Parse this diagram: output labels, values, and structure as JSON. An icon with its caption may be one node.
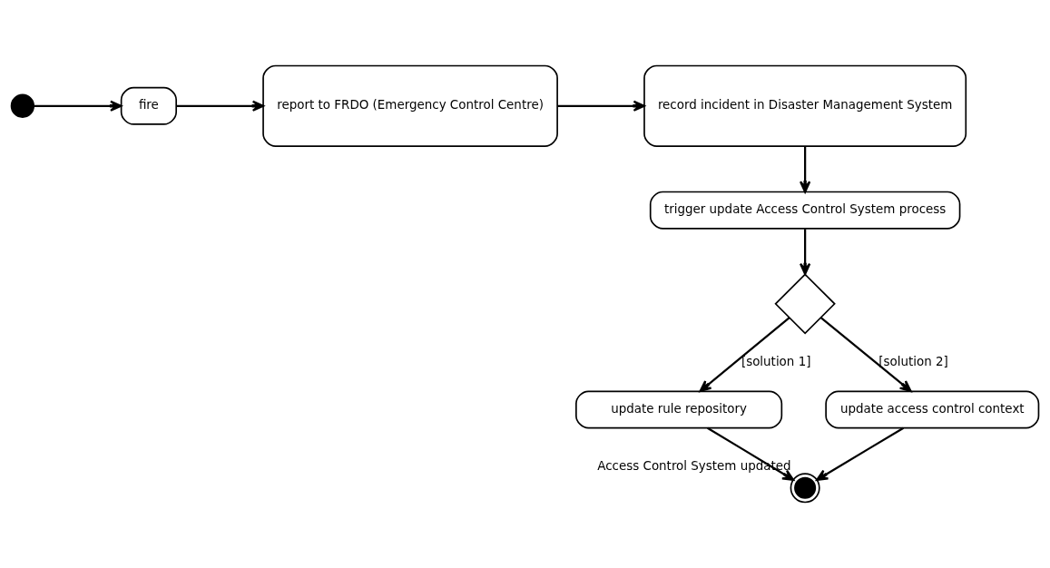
{
  "diagram": {
    "nodes": [
      {
        "text": [],
        "shape": "circle"
      },
      {
        "text": [
          "fire"
        ]
      },
      {
        "text": [
          "report to FRDO (Emergency Control Centre)"
        ]
      },
      {
        "text": [
          "record incident in Disaster Management System"
        ]
      },
      {
        "text": [
          "trigger update Access Control System process"
        ]
      },
      {
        "text": [],
        "shape": "diamond"
      },
      {
        "text": [
          "update rule repository"
        ]
      },
      {
        "text": [
          "update access control context"
        ]
      },
      {
        "text": [],
        "shape": "bullseye",
        "beside": [
          "Access Control System updated"
        ]
      }
    ],
    "edges": [
      {
        "from": 0,
        "to": 1,
        "arrow": "to"
      },
      {
        "from": 1,
        "to": 2,
        "arrow": "to"
      },
      {
        "from": 2,
        "to": 3,
        "arrow": "to"
      },
      {
        "from": 3,
        "to": 4,
        "arrow": "to"
      },
      {
        "from": 4,
        "to": 5,
        "arrow": "to"
      },
      {
        "from": 5,
        "to": 6,
        "arrow": "to",
        "label": "[solution 1]"
      },
      {
        "from": 5,
        "to": 7,
        "arrow": "to",
        "label": "[solution 2]"
      },
      {
        "from": 6,
        "to": 8,
        "arrow": "to"
      },
      {
        "from": 7,
        "to": 8,
        "arrow": "to"
      }
    ]
  }
}
